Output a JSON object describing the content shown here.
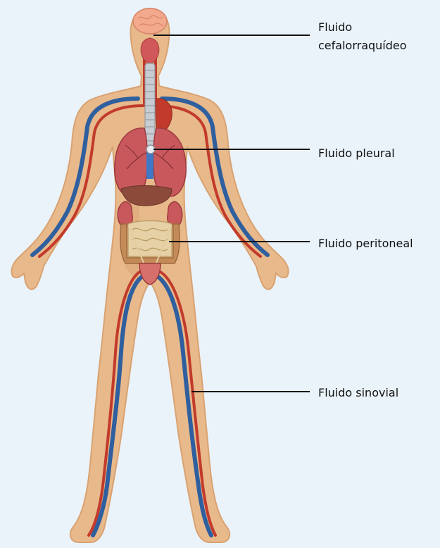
{
  "labels": {
    "cerebrospinal": {
      "line1": "Fluido",
      "line2": "cefalorraquídeo"
    },
    "pleural": "Fluido pleural",
    "peritoneal": "Fluido peritoneal",
    "synovial": "Fluido sinovial"
  },
  "colors": {
    "background": "#eaf3fa",
    "skin": "#e8b98b",
    "skin_shadow": "#d9a271",
    "vein": "#2f5f9e",
    "artery": "#c23a2c",
    "organ": "#c9585c",
    "leader_line": "#111111"
  }
}
